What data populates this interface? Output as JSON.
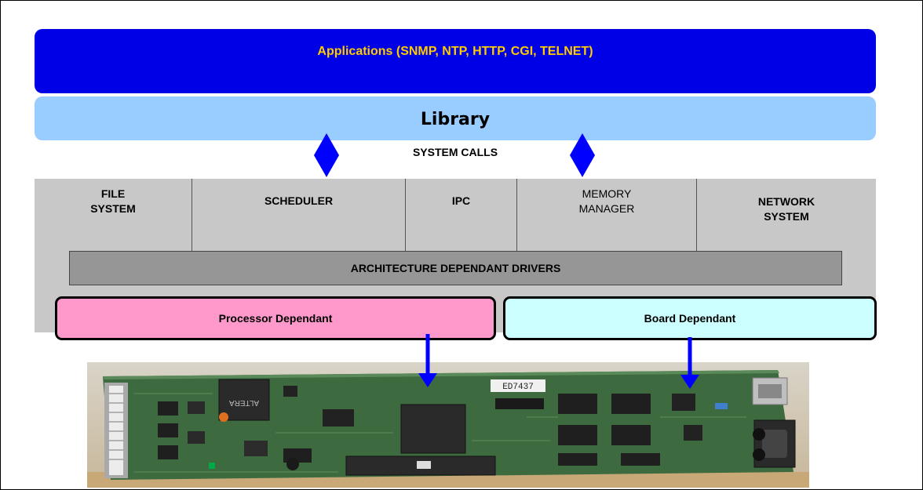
{
  "applications": {
    "label": "Applications (SNMP, NTP, HTTP, CGI, TELNET)"
  },
  "library": {
    "label": "Library"
  },
  "system_calls": {
    "label": "SYSTEM CALLS"
  },
  "kernel": {
    "file_system": {
      "line1": "FILE",
      "line2": "SYSTEM"
    },
    "scheduler": "SCHEDULER",
    "ipc": "IPC",
    "memory_manager": {
      "line1": "MEMORY",
      "line2": "MANAGER"
    },
    "network_system": {
      "line1": "NETWORK",
      "line2": "SYSTEM"
    }
  },
  "drivers": {
    "label": "ARCHITECTURE DEPENDANT DRIVERS"
  },
  "processor_dependant": {
    "label": "Processor Dependant"
  },
  "board_dependant": {
    "label": "Board Dependant"
  },
  "photo": {
    "chip_label": "ED7437"
  },
  "colors": {
    "applications": "#0000e6",
    "applications_text": "#ffcc00",
    "library": "#99ccff",
    "diamond": "#0000ff",
    "kernel": "#c8c8c8",
    "drivers": "#969696",
    "processor": "#ff99cc",
    "board": "#ccffff",
    "pcb": "#3d6b3f"
  }
}
